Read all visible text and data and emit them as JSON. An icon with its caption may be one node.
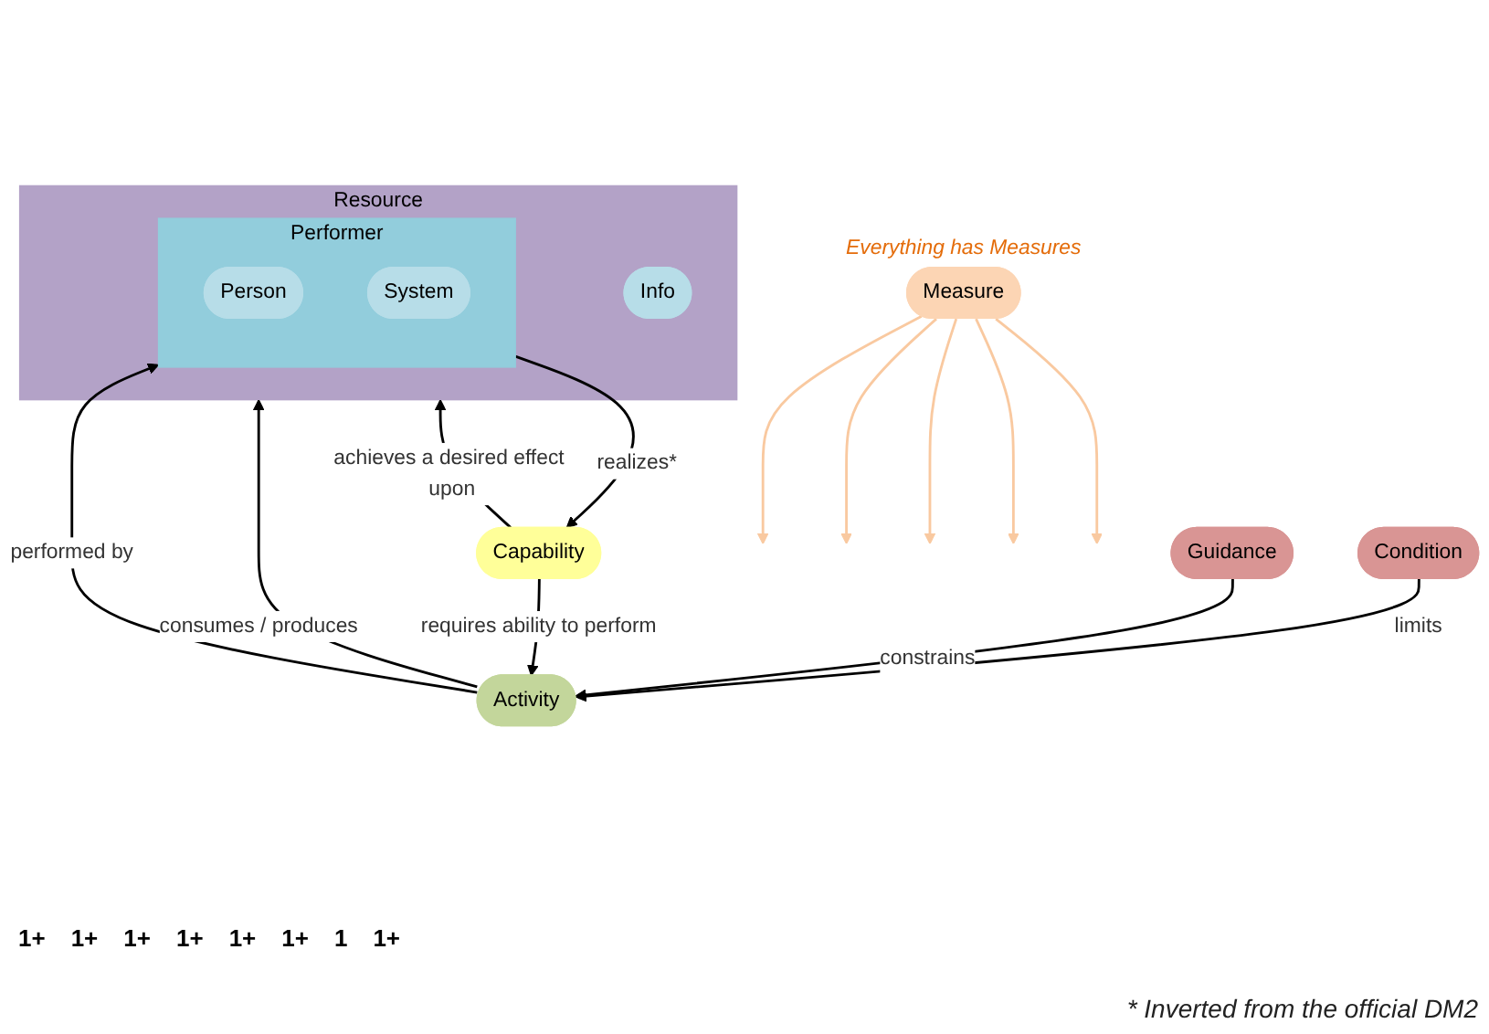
{
  "diagram": {
    "caption": "* Inverted from the official DM2",
    "nodes": [
      {
        "text": [
          "Condition"
        ]
      },
      {
        "text": [
          "Guidance"
        ]
      },
      {
        "text": [
          "Capability"
        ]
      },
      {
        "text": [
          "Activity"
        ]
      },
      {
        "text": [
          "Resource"
        ]
      },
      {
        "text": [
          "Performer"
        ],
        "in": 4
      },
      {
        "text": [
          "Person"
        ],
        "in": 5
      },
      {
        "text": [
          "System"
        ],
        "in": 5
      },
      {
        "text": [
          "Info"
        ],
        "in": 4
      },
      {
        "text": [
          "Measure"
        ],
        "beside": [
          "Everything has Measures"
        ]
      }
    ],
    "edges": [
      {
        "from": 0,
        "to": 3,
        "arrow": "to",
        "label": "limits"
      },
      {
        "from": 1,
        "to": 3,
        "arrow": "to",
        "label": "constrains"
      },
      {
        "from": 2,
        "to": 3,
        "arrow": "to",
        "label": "requires ability to perform"
      },
      {
        "from": 3,
        "to": 4,
        "arrow": "to",
        "label": "consumes / produces"
      },
      {
        "from": 3,
        "to": 5,
        "arrow": "to",
        "label": "performed by"
      },
      {
        "from": 5,
        "to": 2,
        "arrow": "to",
        "label": "realizes*"
      },
      {
        "from": 2,
        "to": 4,
        "arrow": "to",
        "label": "achieves a desired effect upon"
      },
      {
        "from": 9,
        "to": null,
        "arrow": "to",
        "color": "#f9c9a0"
      },
      {
        "from": 9,
        "to": null,
        "arrow": "to",
        "color": "#f9c9a0"
      },
      {
        "from": 9,
        "to": null,
        "arrow": "to",
        "color": "#f9c9a0"
      },
      {
        "from": 9,
        "to": null,
        "arrow": "to",
        "color": "#f9c9a0"
      },
      {
        "from": 9,
        "to": null,
        "arrow": "to",
        "color": "#f9c9a0"
      }
    ],
    "labels": [
      "1+",
      "1+",
      "1+",
      "1+",
      "1+",
      "1+",
      "1",
      "1+"
    ]
  }
}
